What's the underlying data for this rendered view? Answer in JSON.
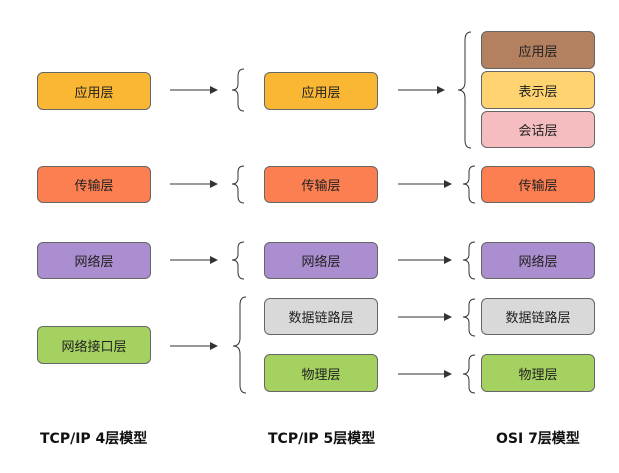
{
  "columns": {
    "tcp4": {
      "caption": "TCP/IP 4层模型",
      "layers": [
        "应用层",
        "传输层",
        "网络层",
        "网络接口层"
      ]
    },
    "tcp5": {
      "caption": "TCP/IP 5层模型",
      "layers": [
        "应用层",
        "传输层",
        "网络层",
        "数据链路层",
        "物理层"
      ]
    },
    "osi7": {
      "caption": "OSI 7层模型",
      "layers": [
        "应用层",
        "表示层",
        "会话层",
        "传输层",
        "网络层",
        "数据链路层",
        "物理层"
      ]
    }
  },
  "colors": {
    "application": "#f9b733",
    "transport": "#fb7f51",
    "network": "#ab8ecf",
    "link": "#a4d160",
    "data_link": "#d9d9d9",
    "osi_application": "#b38060",
    "presentation": "#ffd370",
    "session": "#f5bdbf",
    "connector": "#333333"
  }
}
